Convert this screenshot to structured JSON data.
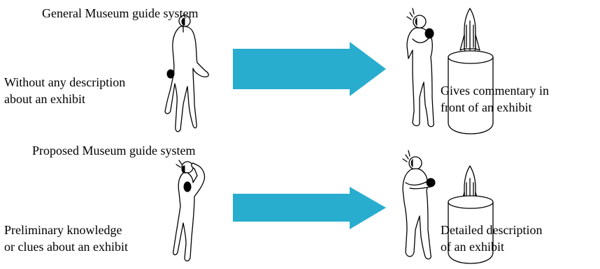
{
  "top_row": {
    "title": "General Museum guide system",
    "left_caption": [
      "Without any description",
      "about an exhibit"
    ],
    "right_caption": [
      "Gives commentary in",
      "front of an exhibit"
    ]
  },
  "bottom_row": {
    "title": "Proposed Museum guide system",
    "left_caption": [
      "Preliminary knowledge",
      "or clues about an exhibit"
    ],
    "right_caption": [
      "Detailed description",
      "of an exhibit"
    ]
  },
  "colors": {
    "arrow": "#29adcf",
    "line": "#000000",
    "background": "#ffffff"
  },
  "icons": [
    "person-figure-icon",
    "audio-guide-device-icon",
    "sound-waves-icon",
    "rocket-exhibit-icon",
    "cylinder-pedestal-icon",
    "arrow-right-icon"
  ]
}
